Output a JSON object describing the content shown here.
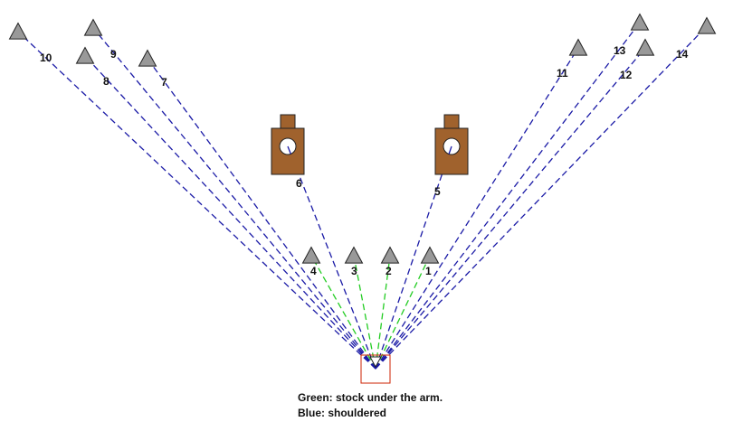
{
  "legend": {
    "green": "Green: stock under the arm.",
    "blue": "Blue: shouldered"
  },
  "colors": {
    "green": "#22cc22",
    "blue": "#1a1aa6",
    "plate_fill": "#999999",
    "plate_stroke": "#222222",
    "steel_fill": "#a0622d",
    "shooter_box": "#cc2200"
  },
  "targets": [
    {
      "label": "1",
      "kind": "plate",
      "line": "green"
    },
    {
      "label": "2",
      "kind": "plate",
      "line": "green"
    },
    {
      "label": "3",
      "kind": "plate",
      "line": "green"
    },
    {
      "label": "4",
      "kind": "plate",
      "line": "green"
    },
    {
      "label": "5",
      "kind": "steel",
      "line": "blue"
    },
    {
      "label": "6",
      "kind": "steel",
      "line": "blue"
    },
    {
      "label": "7",
      "kind": "plate",
      "line": "blue"
    },
    {
      "label": "8",
      "kind": "plate",
      "line": "blue"
    },
    {
      "label": "9",
      "kind": "plate",
      "line": "blue"
    },
    {
      "label": "10",
      "kind": "plate",
      "line": "blue"
    },
    {
      "label": "11",
      "kind": "plate",
      "line": "blue"
    },
    {
      "label": "12",
      "kind": "plate",
      "line": "blue"
    },
    {
      "label": "13",
      "kind": "plate",
      "line": "blue"
    },
    {
      "label": "14",
      "kind": "plate",
      "line": "blue"
    }
  ]
}
